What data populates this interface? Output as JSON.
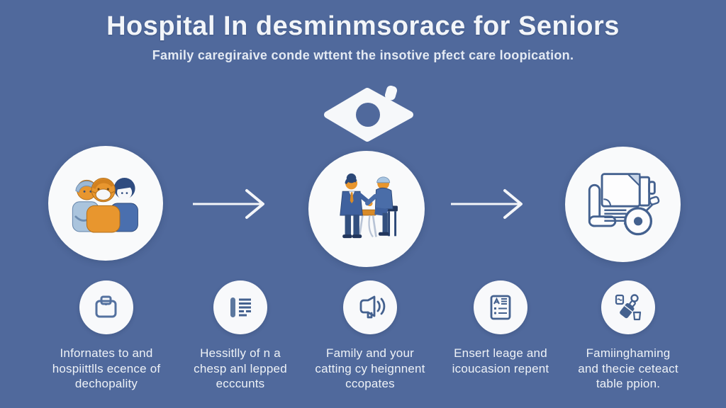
{
  "header": {
    "title": "Hospital In desminmsorace for Seniors",
    "subtitle": "Family caregiraive conde wttent the insotive pfect care loopication."
  },
  "colors": {
    "background": "#50699c",
    "circle_fill": "#f9fafb",
    "outline_blue": "#44618f",
    "suit_blue": "#3f619e",
    "light_blue": "#aac4dd",
    "dark_hair_blue": "#2f4c80",
    "accent_orange": "#e8962e",
    "text": "#eef2f7"
  },
  "emblem": {
    "icon": "diamond-eye-emblem-icon"
  },
  "steps": [
    {
      "name": "family-group",
      "icon": "family-group-icon"
    },
    {
      "name": "handshake-meeting",
      "icon": "handshake-meeting-icon"
    },
    {
      "name": "medical-equipment",
      "icon": "medical-equipment-icon"
    }
  ],
  "features": [
    {
      "icon": "handbag-icon",
      "caption": "Infornates to and\nhospiittlls ecence of\ndechopality"
    },
    {
      "icon": "list-lines-icon",
      "caption": "Hessitlly of n a\nchesp anl lepped\necccunts"
    },
    {
      "icon": "megaphone-icon",
      "caption": "Family and your\ncatting cy heignnent\nccopates"
    },
    {
      "icon": "document-list-icon",
      "caption": "Ensert leage and\nicoucasion repent"
    },
    {
      "icon": "luggage-items-icon",
      "caption": "Famiinghaming\nand thecie ceteact\ntable ppion."
    }
  ]
}
